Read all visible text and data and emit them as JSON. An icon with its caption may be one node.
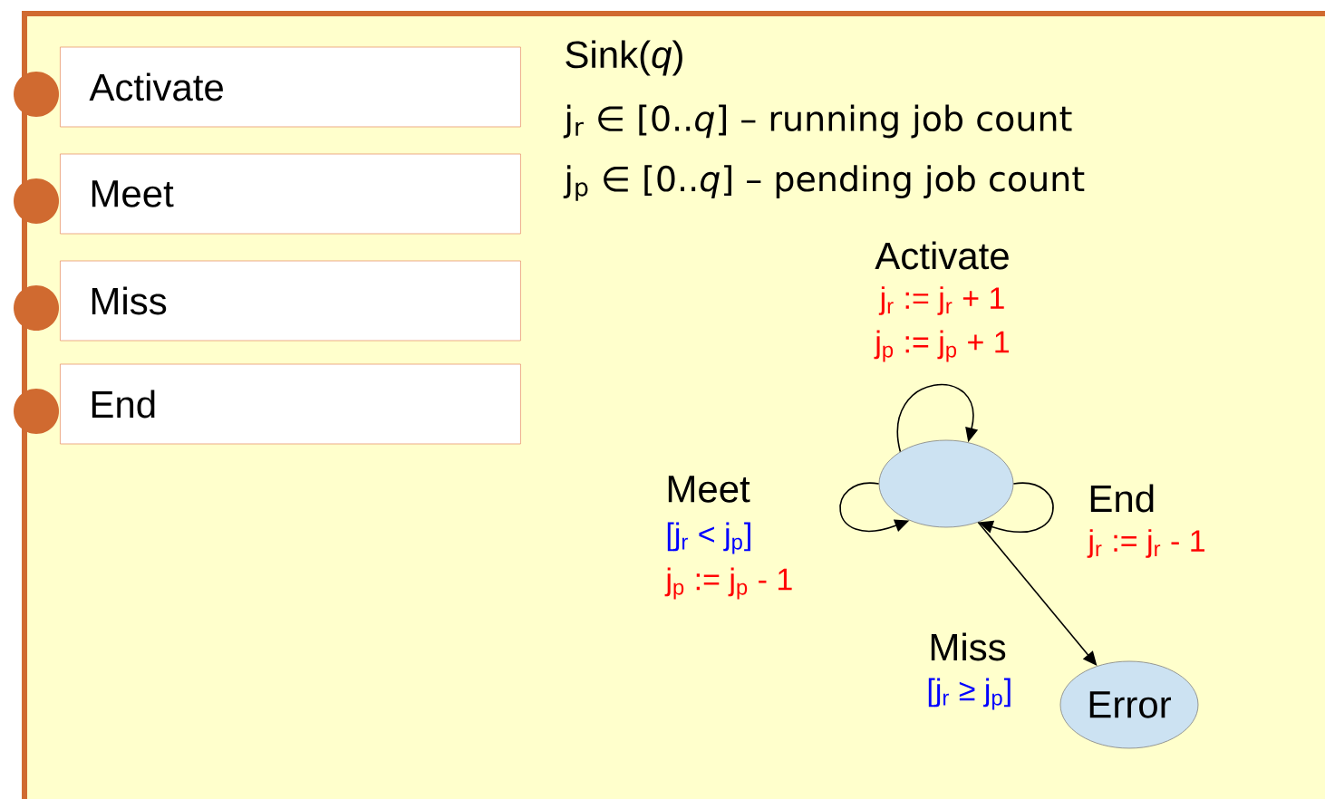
{
  "diagram": {
    "nodes": [
      {
        "text": [
          "Sink(*q*)",
          "j$_{r}$ ∈ [0..*q*] – running job count",
          "j$_{p}$ ∈ [0..*q*] – pending job count"
        ]
      },
      {
        "text": [
          "Activate"
        ],
        "in": 0
      },
      {
        "text": [
          "Meet"
        ],
        "in": 0
      },
      {
        "text": [
          "Miss"
        ],
        "in": 0
      },
      {
        "text": [
          "End"
        ],
        "in": 0
      },
      {
        "text": [],
        "shape": "ellipse",
        "in": 0
      },
      {
        "text": [
          "Error"
        ],
        "in": 0
      }
    ],
    "edges": [
      {
        "from": 5,
        "to": 5,
        "arrow": "to",
        "label": "Activate"
      },
      {
        "from": 5,
        "to": 5,
        "arrow": "to",
        "label": "Meet"
      },
      {
        "from": 5,
        "to": 5,
        "arrow": "to",
        "label": "End"
      },
      {
        "from": 5,
        "to": 6,
        "arrow": "to",
        "label": "Miss"
      }
    ],
    "labels": [
      "j$_{r}$ := j$_{r}$ + 1",
      "j$_{p}$ := j$_{p}$ + 1",
      "[j$_{r}$ < j$_{p}$]",
      "j$_{p}$ := j$_{p}$ - 1",
      "j$_{r}$ := j$_{r}$ - 1",
      "[j$_{r}$ ≥ j$_{p}$]"
    ]
  }
}
